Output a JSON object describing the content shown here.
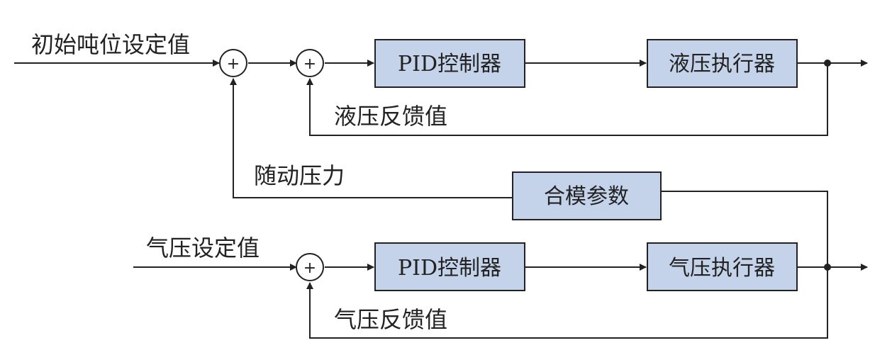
{
  "colors": {
    "box_fill": "#c5d3ea",
    "stroke": "#222222",
    "background": "#ffffff"
  },
  "inputs": {
    "tonnage_setpoint": "初始吨位设定值",
    "air_setpoint": "气压设定值"
  },
  "blocks": {
    "pid_top": "PID控制器",
    "hydraulic_actuator": "液压执行器",
    "mold_params": "合模参数",
    "pid_bottom": "PID控制器",
    "pneumatic_actuator": "气压执行器"
  },
  "feedback": {
    "hydraulic": "液压反馈值",
    "follow_pressure": "随动压力",
    "pneumatic": "气压反馈值"
  },
  "summing_symbol": "+"
}
